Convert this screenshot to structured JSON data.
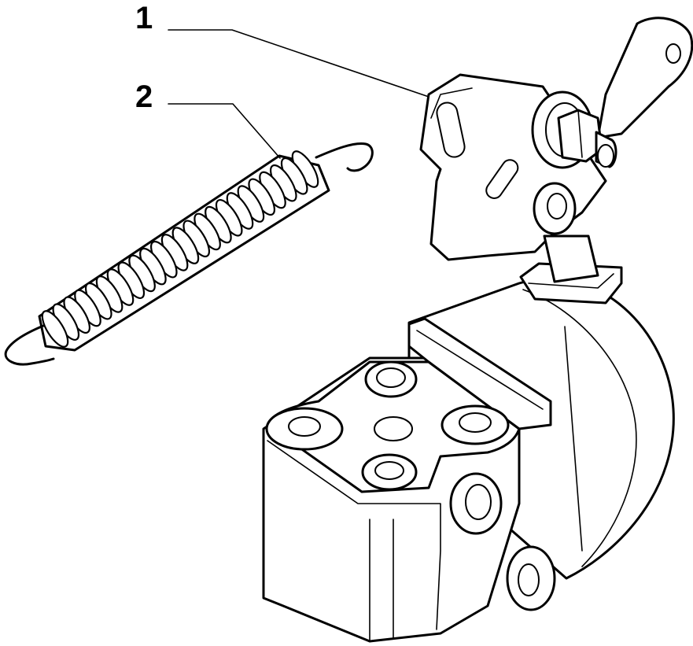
{
  "callouts": [
    {
      "id": "1",
      "label": "1",
      "part": "lever-bracket"
    },
    {
      "id": "2",
      "label": "2",
      "part": "tension-spring"
    }
  ],
  "colors": {
    "line": "#000000",
    "background": "#ffffff"
  }
}
